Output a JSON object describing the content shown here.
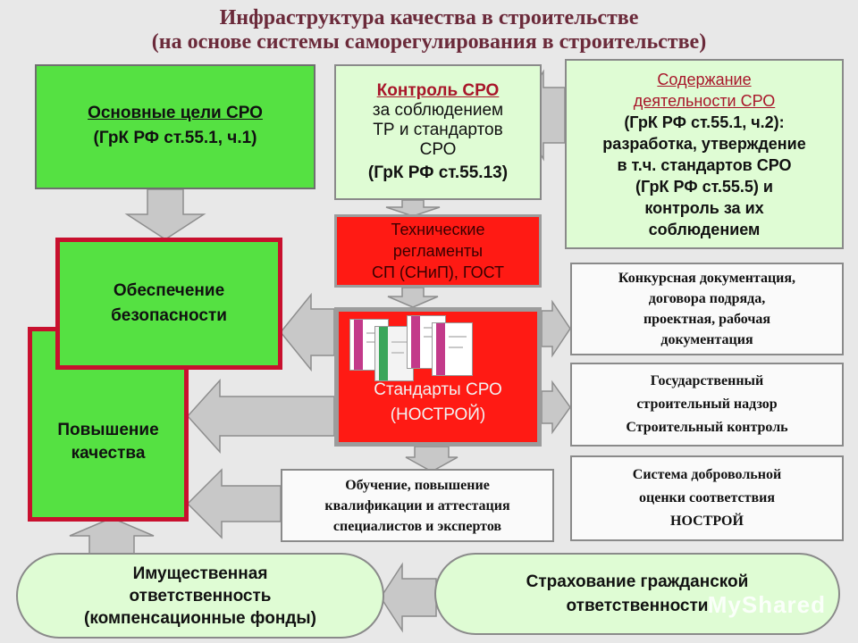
{
  "title": {
    "line1": "Инфраструктура качества в строительстве",
    "line2": "(на основе системы саморегулирования в строительстве)"
  },
  "goals": {
    "head": "Основные цели СРО",
    "ref": "(ГрК РФ ст.55.1,   ч.1)"
  },
  "control": {
    "head": "Контроль СРО",
    "body": [
      "за соблюдением",
      "ТР и стандартов",
      "СРО"
    ],
    "ref": "(ГрК РФ ст.55.13)"
  },
  "content": {
    "head_lines": [
      "Содержание",
      "деятельности СРО"
    ],
    "body": [
      "(ГрК РФ ст.55.1,  ч.2):",
      "разработка, утверждение",
      "в т.ч. стандартов СРО",
      "(ГрК РФ ст.55.5) и",
      "контроль за их",
      "соблюдением"
    ]
  },
  "regs": {
    "lines": [
      "Технические",
      "регламенты",
      "СП (СНиП), ГОСТ"
    ]
  },
  "safety": {
    "lines": [
      "Обеспечение",
      "безопасности"
    ]
  },
  "quality": {
    "lines": [
      "Повышение",
      "качества"
    ]
  },
  "standards": {
    "lines": [
      "Стандарты СРО",
      "(НОСТРОЙ)"
    ]
  },
  "tender": {
    "lines": [
      "Конкурсная документация,",
      "договора подряда,",
      "проектная, рабочая",
      "документация"
    ]
  },
  "supervision": {
    "lines": [
      "Государственный",
      "строительный надзор",
      "Строительный контроль"
    ]
  },
  "conformity": {
    "lines": [
      "Система добровольной",
      "оценки соответствия",
      "НОСТРОЙ"
    ]
  },
  "training": {
    "lines": [
      "Обучение, повышение",
      "квалификации и аттестация",
      "специалистов и экспертов"
    ]
  },
  "property": {
    "lines": [
      "Имущественная",
      "ответственность",
      "(компенсационные фонды)"
    ]
  },
  "insurance": {
    "lines": [
      "Страхование гражданской",
      "ответственности"
    ]
  },
  "watermark": "MyShared",
  "colors": {
    "green": "#55e142",
    "pale_green": "#dffcd4",
    "red": "#ff1a14",
    "border_red": "#c8102e",
    "arrow_gray": "#c8c8c8",
    "title": "#6b2a3a",
    "link": "#a8162a"
  }
}
